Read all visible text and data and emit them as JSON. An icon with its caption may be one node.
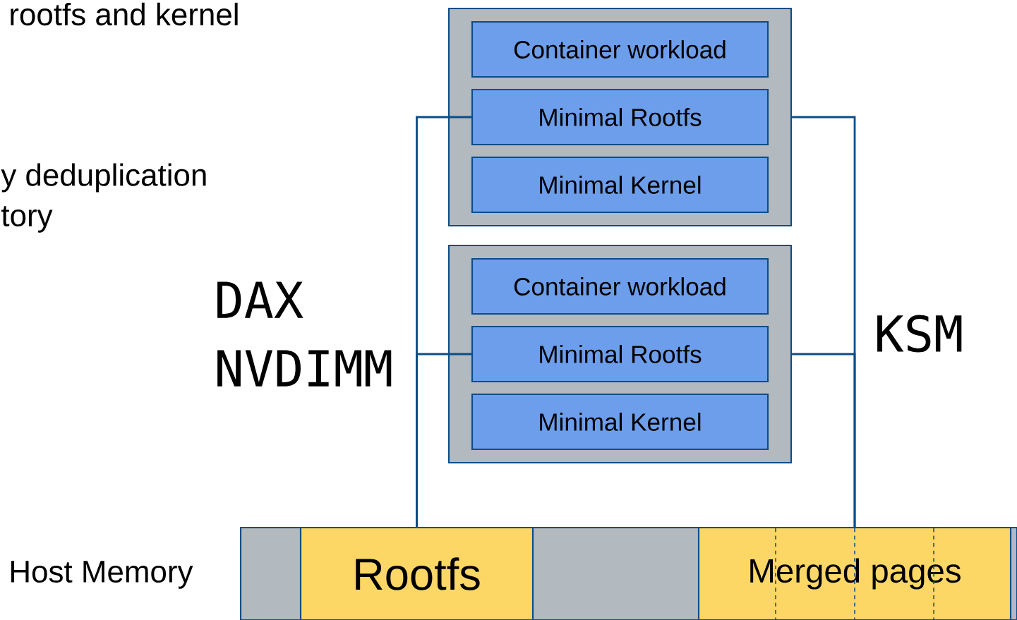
{
  "diagram": {
    "nodes": [
      {
        "text": [],
        "shape": "box"
      },
      {
        "text": [
          "Container workload"
        ],
        "in": 0
      },
      {
        "text": [
          "Minimal Rootfs"
        ],
        "in": 0
      },
      {
        "text": [
          "Minimal Kernel"
        ],
        "in": 0
      },
      {
        "text": [],
        "shape": "box"
      },
      {
        "text": [
          "Container workload"
        ],
        "in": 4
      },
      {
        "text": [
          "Minimal Rootfs"
        ],
        "in": 4
      },
      {
        "text": [
          "Minimal Kernel"
        ],
        "in": 4
      },
      {
        "text": [],
        "shape": "box"
      },
      {
        "text": [
          "Rootfs"
        ]
      },
      {
        "text": [],
        "shape": "box"
      },
      {
        "text": [
          "Merged pages"
        ]
      },
      {
        "text": [],
        "shape": "box"
      }
    ],
    "edges": [
      {
        "from": 2,
        "to": 9,
        "arrow": "none"
      },
      {
        "from": 6,
        "to": 9,
        "arrow": "none"
      },
      {
        "from": 0,
        "to": 11,
        "arrow": "none"
      },
      {
        "from": 4,
        "to": 11,
        "arrow": "none"
      }
    ],
    "labels": [
      "rootfs and kernel",
      "y deduplication",
      "tory",
      "DAX",
      "NVDIMM",
      "KSM",
      "Host Memory"
    ]
  }
}
